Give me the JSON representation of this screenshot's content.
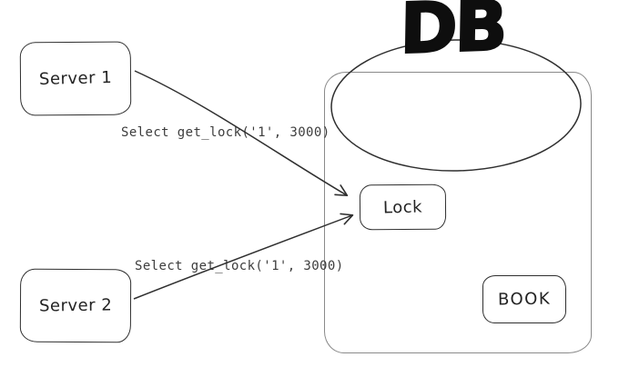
{
  "diagram": {
    "title": "DB",
    "nodes": {
      "server1": {
        "label": "Server 1"
      },
      "server2": {
        "label": "Server 2"
      },
      "lock": {
        "label": "Lock"
      },
      "book": {
        "label": "BOOK"
      }
    },
    "edges": [
      {
        "from": "server1",
        "to": "lock",
        "label": "Select get_lock('1', 3000)"
      },
      {
        "from": "server2",
        "to": "lock",
        "label": "Select get_lock('1', 3000)"
      }
    ],
    "colors": {
      "stroke_dark": "#2f2f2f",
      "stroke_light": "#8a8a8a",
      "title_ink": "#0e0e0e",
      "edge_label_text": "#3d3d3d",
      "background": "#ffffff"
    }
  }
}
